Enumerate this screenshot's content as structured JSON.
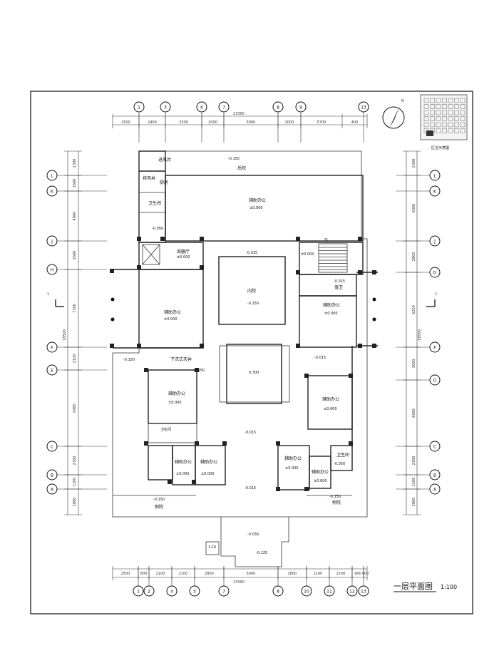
{
  "drawing": {
    "title": "一层平面图",
    "scale": "1:100",
    "north_label": "N",
    "keymap_label": "区位示意图"
  },
  "grid": {
    "top": [
      "1",
      "3",
      "6",
      "7",
      "8",
      "9",
      "13"
    ],
    "bottom": [
      "1",
      "2",
      "4",
      "5",
      "7",
      "8",
      "10",
      "11",
      "12",
      "13"
    ],
    "left": [
      "L",
      "K",
      "J",
      "H",
      "F",
      "E",
      "C",
      "B",
      "A"
    ],
    "right": [
      "L",
      "K",
      "J",
      "G",
      "F",
      "D",
      "C",
      "B",
      "A"
    ]
  },
  "dims": {
    "top_total": "23300",
    "top_segments": [
      "2500",
      "2400",
      "3300",
      "2000",
      "5000",
      "2000",
      "5700",
      "400"
    ],
    "bottom_total": "23300",
    "bottom_segments": [
      "2500",
      "800",
      "2100",
      "2100",
      "2800",
      "5000",
      "2800",
      "2100",
      "2100",
      "900",
      "400"
    ],
    "left_total": "18500",
    "left_segments": [
      "2300",
      "1600",
      "4800",
      "2600",
      "7300",
      "2100",
      "6900",
      "2300",
      "1200",
      "2800"
    ],
    "right_total": "18500",
    "right_segments": [
      "2300",
      "6000",
      "2800",
      "6250",
      "3000",
      "6000",
      "2300",
      "1200",
      "2800"
    ]
  },
  "rooms": {
    "back_courtyard": "后院",
    "back_courtyard_lvl": "-0.150",
    "office_top": "辅助办公",
    "office_top_lvl": "±0.000",
    "intake_shaft": "进风井",
    "exhaust_shaft": "排风井",
    "kitchen": "厨房",
    "wc_left": "卫生间",
    "wc_left_lvl": "-0.050",
    "tea_room": "南膳厅",
    "tea_room_lvl": "±0.000",
    "inner_court": "内院",
    "inner_court_lvl": "-0.150",
    "court_step_lvl": "-0.015",
    "office_left": "辅助办公",
    "office_left_lvl": "±0.000",
    "sunken_well": "下沉式天井",
    "sunken_lvl": "-0.150",
    "pavilion_lvl": "0.300",
    "office_mid_left": "辅助办公",
    "office_mid_left_lvl": "±0.000",
    "wc_mid": "卫生间",
    "corridor_lvl": "-0.015",
    "office_small_a": "辅助办公",
    "office_small_a_lvl": "±0.000",
    "office_small_b": "辅助办公",
    "office_small_b_lvl": "±0.000",
    "wc_small": "卫生间",
    "side_court_left": "侧院",
    "side_court_left_lvl": "-0.150",
    "entry_lvl": "-0.015",
    "office_right_top": "辅助办公",
    "office_right_top_lvl": "±0.000",
    "stair_lvl": "±0.000",
    "stair_mark": "SL",
    "guard": "值卫",
    "guard_lvl": "-0.015",
    "office_right_mid": "辅助办公",
    "office_right_mid_lvl": "±0.000",
    "right_corridor_lvl": "-0.015",
    "office_right_small_a": "辅助办公",
    "office_right_small_a_lvl": "±0.000",
    "office_right_small_b": "辅助办公",
    "office_right_small_b_lvl": "±0.000",
    "wc_right": "卫生间",
    "wc_right_lvl": "-0.050",
    "side_court_right": "侧院",
    "side_court_right_lvl": "-0.150",
    "gate_lvl": "-0.030",
    "outside_lvl": "-0.125",
    "ramp": "1:10",
    "left_west_lvl": "-0.150"
  }
}
